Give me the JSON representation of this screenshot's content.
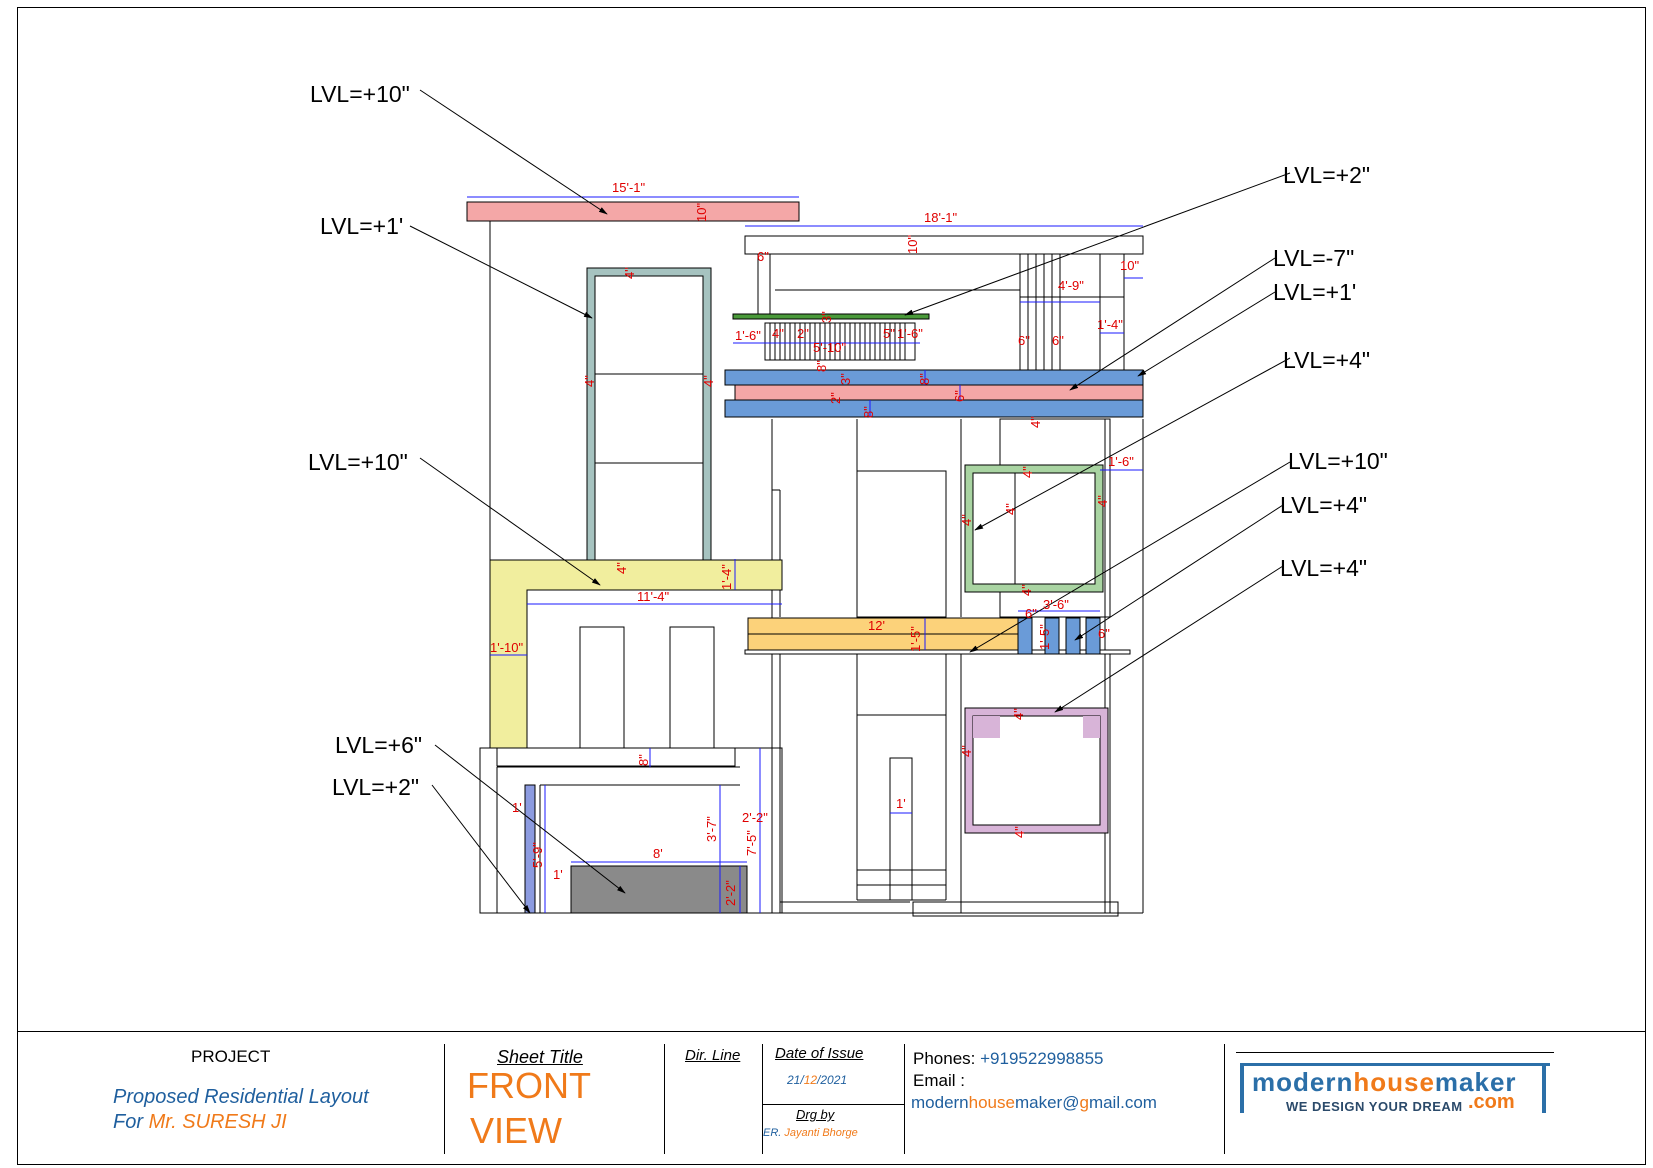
{
  "levels": [
    {
      "id": "lvl1",
      "text": "LVL=+10\""
    },
    {
      "id": "lvl2",
      "text": "LVL=+1'"
    },
    {
      "id": "lvl3",
      "text": "LVL=+10\""
    },
    {
      "id": "lvl4",
      "text": "LVL=+6\""
    },
    {
      "id": "lvl5",
      "text": "LVL=+2\""
    },
    {
      "id": "lvl6",
      "text": "LVL=+2\""
    },
    {
      "id": "lvl7",
      "text": "LVL=-7\""
    },
    {
      "id": "lvl8",
      "text": "LVL=+1'"
    },
    {
      "id": "lvl9",
      "text": "LVL=+4\""
    },
    {
      "id": "lvl10",
      "text": "LVL=+10\""
    },
    {
      "id": "lvl11",
      "text": "LVL=+4\""
    },
    {
      "id": "lvl12",
      "text": "LVL=+4\""
    }
  ],
  "dims": [
    "15'-1\"",
    "10\"",
    "18'-1\"",
    "10\"",
    "6\"",
    "10\"",
    "4'-9\"",
    "1'-4\"",
    "6\"",
    "6\"",
    "4\"",
    "4\"",
    "4\"",
    "4\"",
    "11'-4\"",
    "1'-4\"",
    "1'-10\"",
    "8\"",
    "1'",
    "1'-6\"",
    "4\"",
    "2\"",
    "5'-10\"",
    "5\"",
    "1'-6\"",
    "3\"",
    "8\"",
    "3\"",
    "8\"",
    "6\"",
    "2\"",
    "8\"",
    "4\"",
    "1'-6\"",
    "4\"",
    "4\"",
    "4\"",
    "4\"",
    "12'",
    "1'-5\"",
    "3'-6\"",
    "6\"",
    "6\"",
    "1'-5\"",
    "4\"",
    "4\"",
    "4\"",
    "4\"",
    "3'-7\"",
    "2'-2\"",
    "7'-5\"",
    "8'",
    "2'-2\"",
    "5'-9\"",
    "1'",
    "1'"
  ],
  "title_block": {
    "project_label": "PROJECT",
    "project_line1": "Proposed Residential Layout",
    "project_for": "For ",
    "project_client": "Mr. SURESH  JI",
    "sheet_title_label": "Sheet Title",
    "sheet_title_1": "FRONT",
    "sheet_title_2": "VIEW",
    "dir_line_label": "Dir. Line",
    "date_label": "Date of Issue",
    "date_day": "21/",
    "date_month": "12",
    "date_year": "/2021",
    "drg_by_label": "Drg by",
    "drg_by_prefix": "ER. ",
    "drg_by_name": "Jayanti Bhorge",
    "phones_label": "Phones:",
    "phones_value": "  +919522998855",
    "email_label": "Email :",
    "email_a": "modern",
    "email_b": "house",
    "email_c": "maker@",
    "email_d": "g",
    "email_e": "mail.com",
    "logo_a": "modern",
    "logo_b": "house",
    "logo_c": "maker",
    "logo_tagline": "WE DESIGN YOUR DREAM",
    "logo_com": ".com"
  },
  "colors": {
    "pink": "#f4a7a7",
    "yellow": "#f1ee9e",
    "blue": "#6a9bd8",
    "orange": "#fcd27a",
    "green_frame": "#a9d4a2",
    "teal_frame": "#a6c3c0",
    "purple_frame": "#d8b4d8",
    "grey": "#8a8a8a",
    "dim_red": "#e00000",
    "dim_blue": "#1a1aff",
    "brand_blue": "#2b6fa8",
    "brand_orange": "#f07a1a"
  }
}
